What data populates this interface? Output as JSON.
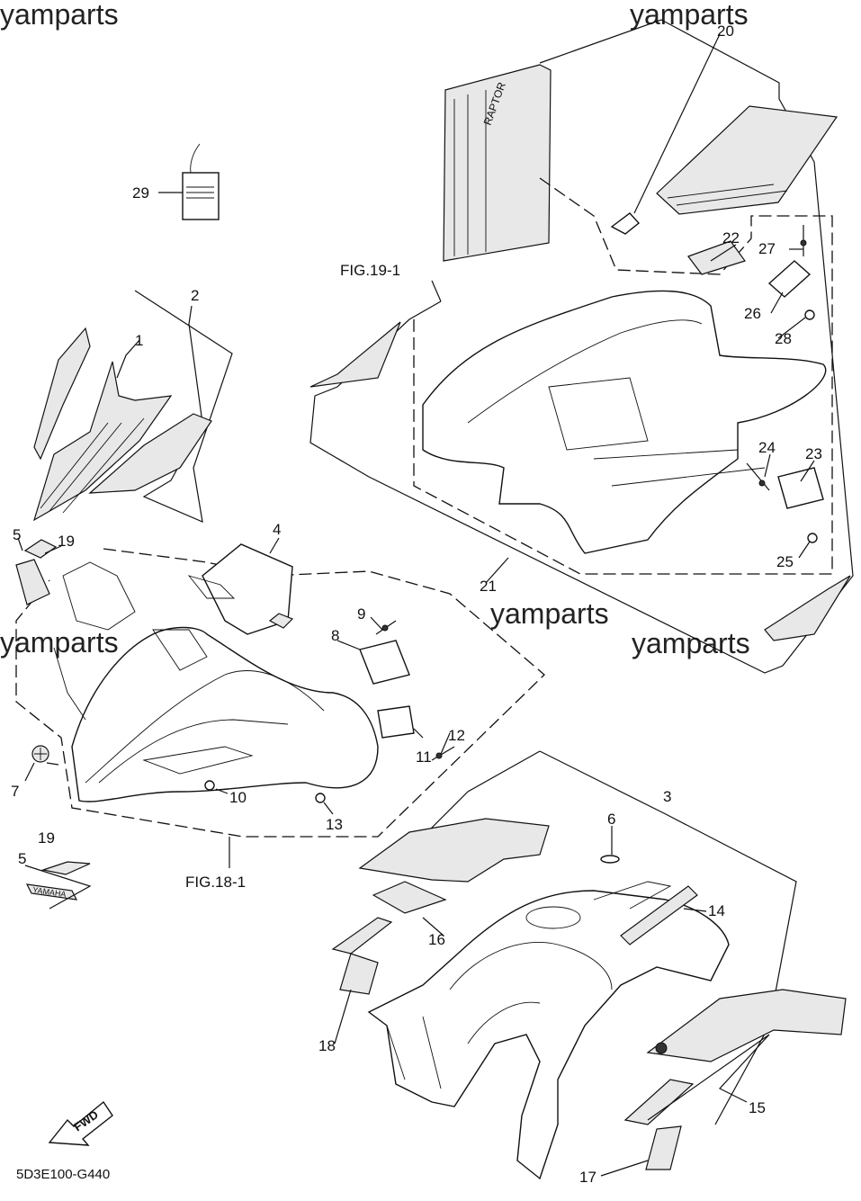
{
  "watermarks": [
    "yamparts",
    "yamparts",
    "yamparts",
    "yamparts"
  ],
  "figure_refs": {
    "fig19": "FIG.19-1",
    "fig18": "FIG.18-1"
  },
  "diagram_code": "5D3E100-G440",
  "fwd_label": "FWD",
  "part_numbers": {
    "p1": "1",
    "p2": "2",
    "p3": "3",
    "p4": "4",
    "p5a": "5",
    "p5b": "5",
    "p6": "6",
    "p7": "7",
    "p8": "8",
    "p9": "9",
    "p10": "10",
    "p11": "11",
    "p12": "12",
    "p13": "13",
    "p14": "14",
    "p15": "15",
    "p16": "16",
    "p17": "17",
    "p18": "18",
    "p19a": "19",
    "p19b": "19",
    "p20": "20",
    "p21": "21",
    "p22": "22",
    "p23": "23",
    "p24": "24",
    "p25": "25",
    "p26": "26",
    "p27": "27",
    "p28": "28",
    "p29": "29"
  },
  "decal_text": {
    "yamaha": "YAMAHA",
    "model": "RAPTOR"
  }
}
